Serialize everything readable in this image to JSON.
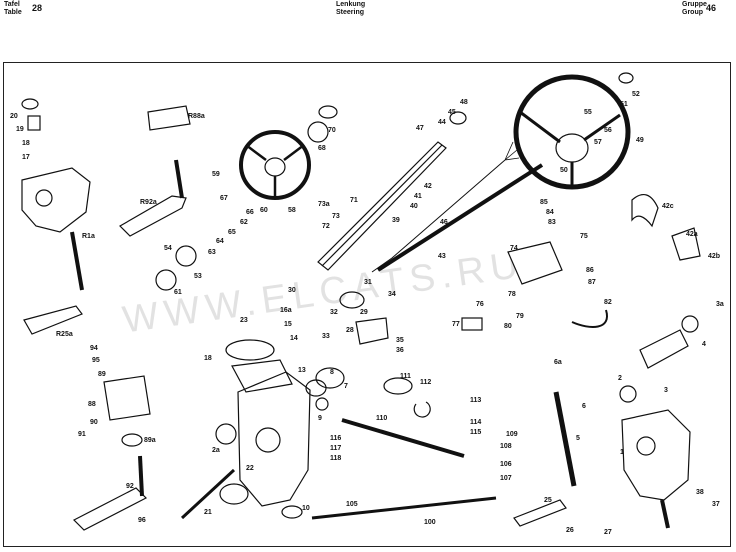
{
  "header": {
    "left_label_de": "Tafel",
    "left_label_en": "Table",
    "table_number": "28",
    "title_de": "Lenkung",
    "title_en": "Steering",
    "right_label_de": "Gruppe",
    "right_label_en": "Group",
    "group_number": "46"
  },
  "watermark": "WWW.ELCATS.RU",
  "part_labels": [
    "20",
    "19",
    "18",
    "17",
    "R1a",
    "R88a",
    "R92a",
    "R25a",
    "59",
    "67",
    "66",
    "62",
    "60",
    "65",
    "64",
    "63",
    "54",
    "53",
    "61",
    "58",
    "68",
    "70",
    "71",
    "73a",
    "73",
    "72",
    "39",
    "47",
    "44",
    "45",
    "48",
    "42",
    "41",
    "40",
    "46",
    "43",
    "49",
    "50",
    "55",
    "56",
    "57",
    "52",
    "51",
    "85",
    "84",
    "83",
    "75",
    "74",
    "86",
    "87",
    "82",
    "42c",
    "42a",
    "42b",
    "3a",
    "4",
    "3",
    "2",
    "1",
    "5",
    "6",
    "6a",
    "7",
    "8",
    "9",
    "111",
    "112",
    "113",
    "114",
    "115",
    "109",
    "108",
    "106",
    "107",
    "105",
    "110",
    "116",
    "117",
    "118",
    "100",
    "10",
    "21",
    "22",
    "2a",
    "13",
    "14",
    "15",
    "16a",
    "23",
    "18",
    "33",
    "31",
    "34",
    "32",
    "30",
    "29",
    "28",
    "35",
    "36",
    "76",
    "78",
    "79",
    "80",
    "77",
    "94",
    "95",
    "89",
    "88",
    "90",
    "91",
    "89a",
    "92",
    "96",
    "25",
    "26",
    "27",
    "38",
    "37"
  ]
}
